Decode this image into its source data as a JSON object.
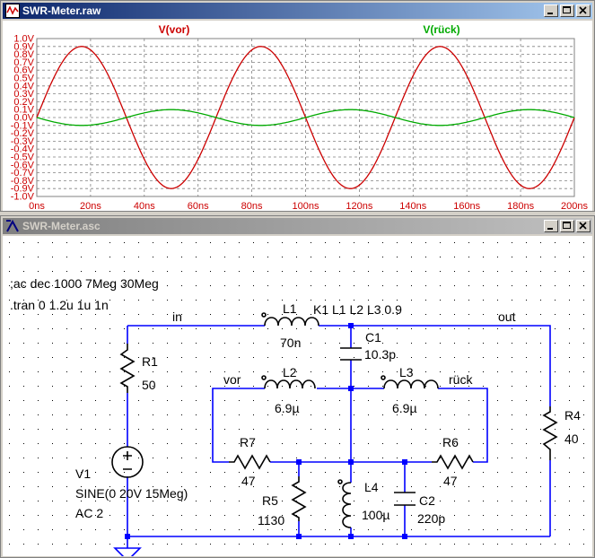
{
  "plot_window": {
    "title": "SWR-Meter.raw",
    "controls": [
      "minimize-icon",
      "maximize-icon",
      "close-icon"
    ],
    "traces": [
      {
        "label": "V(vor)",
        "color": "#cc0000"
      },
      {
        "label": "V(rück)",
        "color": "#00aa00"
      }
    ],
    "y_ticks": [
      "1.0V",
      "0.9V",
      "0.8V",
      "0.7V",
      "0.6V",
      "0.5V",
      "0.4V",
      "0.3V",
      "0.2V",
      "0.1V",
      "0.0V",
      "-0.1V",
      "-0.2V",
      "-0.3V",
      "-0.4V",
      "-0.5V",
      "-0.6V",
      "-0.7V",
      "-0.8V",
      "-0.9V",
      "-1.0V"
    ],
    "x_ticks": [
      "0ns",
      "20ns",
      "40ns",
      "60ns",
      "80ns",
      "100ns",
      "120ns",
      "140ns",
      "160ns",
      "180ns",
      "200ns"
    ],
    "axis_color": "#cc0000"
  },
  "chart_data": {
    "type": "line",
    "title": "",
    "xlabel": "",
    "ylabel": "",
    "xlim": [
      0,
      200
    ],
    "ylim": [
      -1.0,
      1.0
    ],
    "grid": true,
    "legend": "top-center",
    "series": [
      {
        "name": "V(vor)",
        "color": "#cc0000",
        "shape": "sine",
        "amplitude": 0.9,
        "frequency_mhz": 15,
        "phase_deg": 0
      },
      {
        "name": "V(rück)",
        "color": "#00aa00",
        "shape": "sine",
        "amplitude": 0.1,
        "frequency_mhz": 15,
        "phase_deg": 180
      }
    ]
  },
  "schematic_window": {
    "title": "SWR-Meter.asc",
    "controls": [
      "minimize-icon",
      "maximize-icon",
      "close-icon"
    ],
    "directives": [
      ";ac dec 1000 7Meg 30Meg",
      ".tran 0 1.2u 1u 1n"
    ],
    "coupling": "K1 L1 L2 L3 0.9",
    "nets": {
      "in": "in",
      "out": "out",
      "vor": "vor",
      "rueck": "rück"
    },
    "components": {
      "L1": {
        "name": "L1",
        "value": "70n"
      },
      "C1": {
        "name": "C1",
        "value": "10.3p"
      },
      "L2": {
        "name": "L2",
        "value": "6.9µ"
      },
      "L3": {
        "name": "L3",
        "value": "6.9µ"
      },
      "R1": {
        "name": "R1",
        "value": "50"
      },
      "R4": {
        "name": "R4",
        "value": "40"
      },
      "R7": {
        "name": "R7",
        "value": "47"
      },
      "R6": {
        "name": "R6",
        "value": "47"
      },
      "R5": {
        "name": "R5",
        "value": "1130"
      },
      "L4": {
        "name": "L4",
        "value": "100µ"
      },
      "C2": {
        "name": "C2",
        "value": "220p"
      },
      "V1": {
        "name": "V1",
        "value": "SINE(0 20V 15Meg)",
        "ac": "AC 2"
      }
    },
    "colors": {
      "wire": "#0000ff",
      "component": "#000000",
      "text": "#000000",
      "grid_dot": "#000000"
    }
  }
}
